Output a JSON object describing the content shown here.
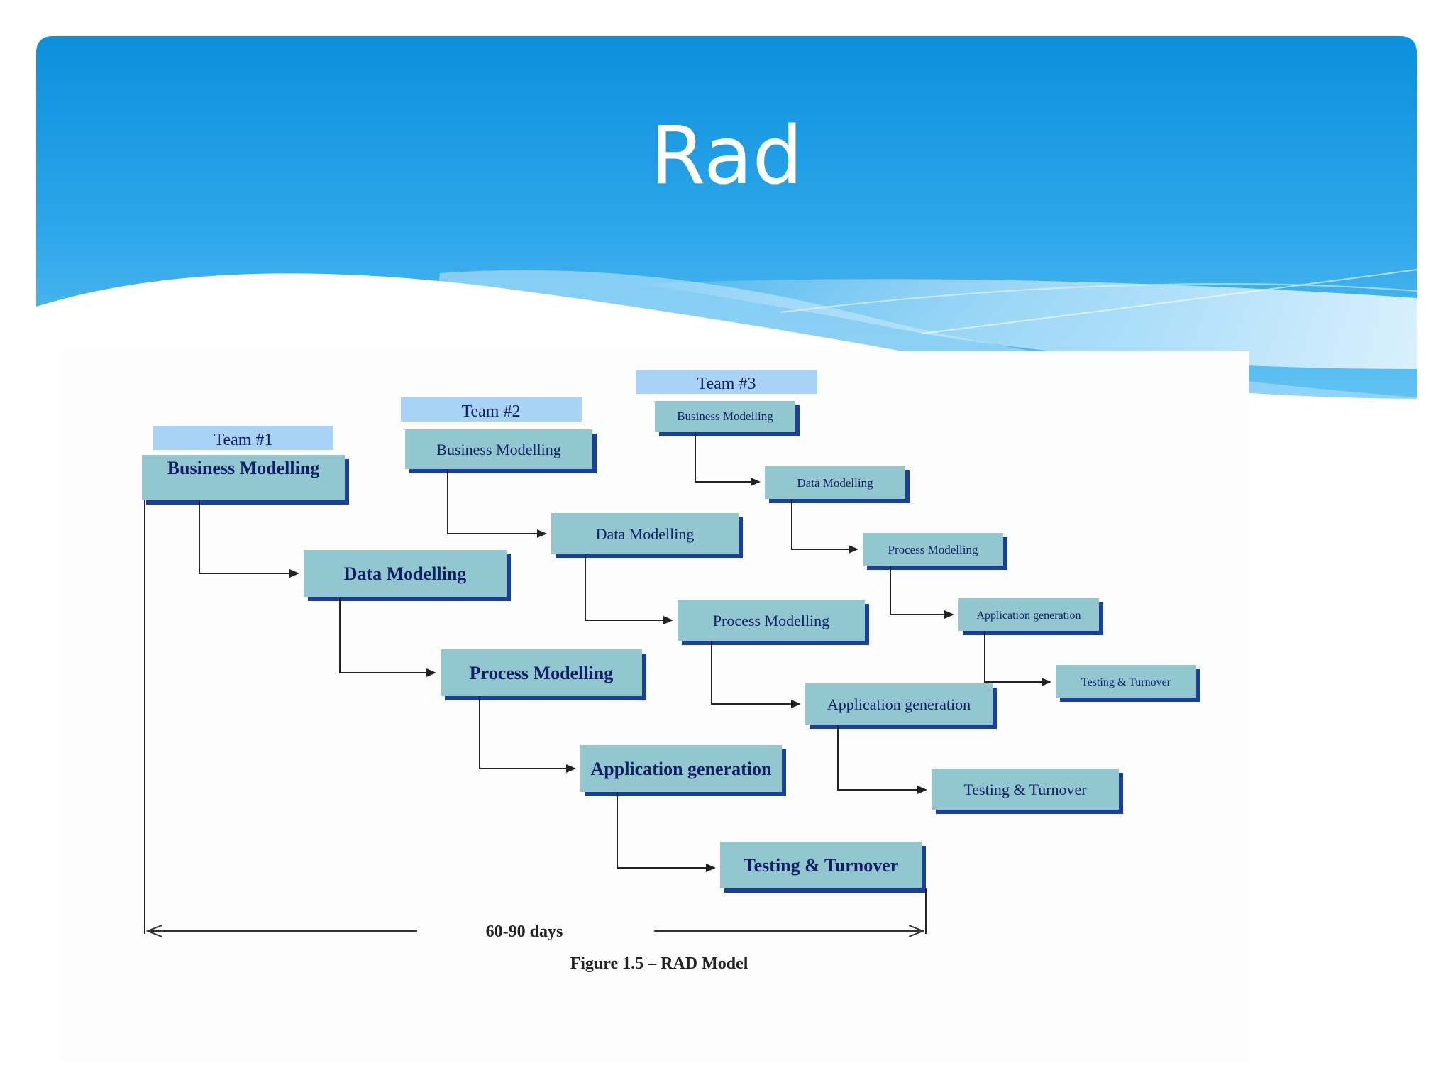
{
  "slide": {
    "title": "Rad"
  },
  "diagram": {
    "team1": {
      "label": "Team #1",
      "steps": [
        "Business Modelling",
        "Data Modelling",
        "Process Modelling",
        "Application generation",
        "Testing & Turnover"
      ]
    },
    "team2": {
      "label": "Team #2",
      "steps": [
        "Business Modelling",
        "Data Modelling",
        "Process Modelling",
        "Application generation",
        "Testing & Turnover"
      ]
    },
    "team3": {
      "label": "Team #3",
      "steps": [
        "Business Modelling",
        "Data Modelling",
        "Process Modelling",
        "Application generation",
        "Testing & Turnover"
      ]
    },
    "duration_label": "60-90 days",
    "caption": "Figure 1.5 – RAD Model",
    "colors": {
      "box_fill": "#93c7cf",
      "box_shadow": "#1b3f97",
      "team_label_fill": "#a9d2f7",
      "text": "#0f1f66",
      "line": "#222222",
      "header_blue": "#0b90dc"
    }
  }
}
